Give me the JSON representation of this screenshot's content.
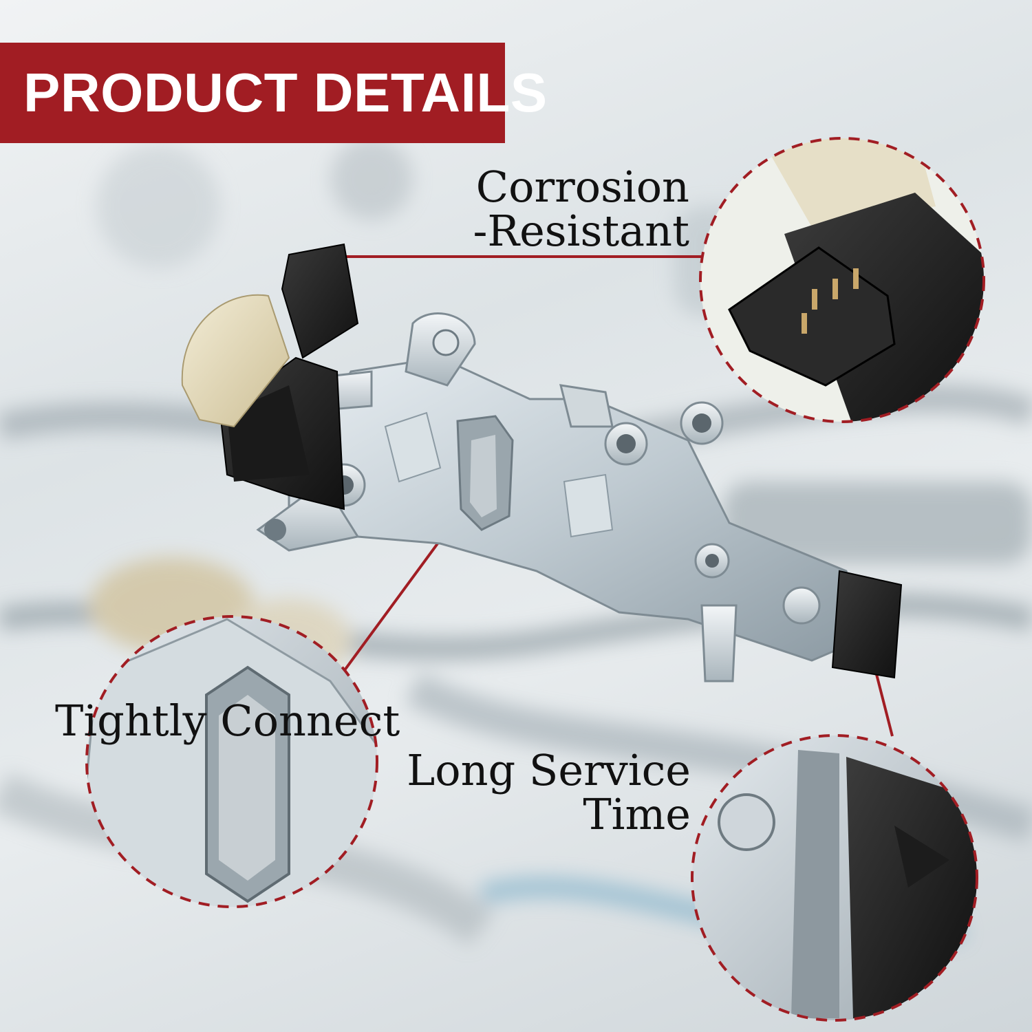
{
  "banner": {
    "title": "PRODUCT DETAILS",
    "color": "#a11d23"
  },
  "callouts": {
    "corrosion": {
      "line1": "Corrosion",
      "line2": "-Resistant"
    },
    "long_service": {
      "line1": "Long Service",
      "line2": "Time"
    },
    "tightly": {
      "line1": "Tightly Connect"
    }
  },
  "accent_color": "#a11d23",
  "icons": [
    "dashed-circle-zoom",
    "leader-dot"
  ]
}
